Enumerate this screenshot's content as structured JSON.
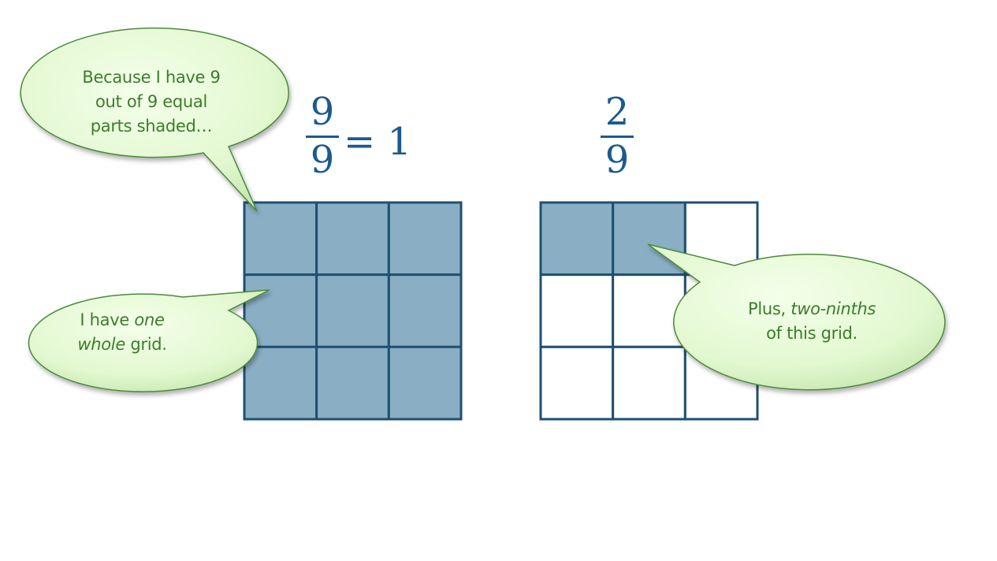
{
  "left_figure": {
    "fraction": {
      "numerator": "9",
      "denominator": "9"
    },
    "equals_text": "= 1",
    "grid": {
      "rows": 3,
      "cols": 3,
      "shaded_cells": 9
    }
  },
  "right_figure": {
    "fraction": {
      "numerator": "2",
      "denominator": "9"
    },
    "grid": {
      "rows": 3,
      "cols": 3,
      "shaded_cells": 2
    }
  },
  "bubbles": {
    "top": {
      "line1": "Because I have 9",
      "line2": "out of 9 equal",
      "line3": "parts shaded…"
    },
    "left": {
      "part1": "I have ",
      "italic1": "one",
      "italic2": "whole",
      "part2": " grid."
    },
    "right": {
      "part1": "Plus, ",
      "italic1": "two-ninths",
      "line2": "of this grid."
    }
  },
  "colors": {
    "shade": "#8aafc4",
    "grid_line": "#1f5072",
    "bubble_fill": "#e6f9d6",
    "bubble_border": "#4d8a3c",
    "text_green": "#3b7d2a",
    "math_blue": "#1b5a8e"
  }
}
